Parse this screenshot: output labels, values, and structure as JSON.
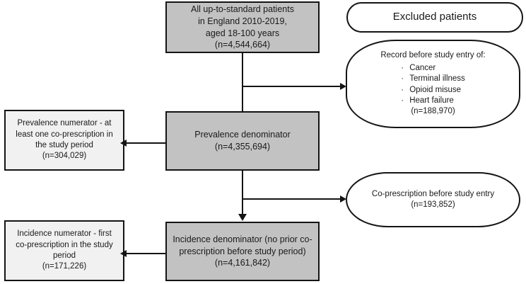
{
  "diagram": {
    "title": "Patient cohort flow diagram",
    "colors": {
      "node_fill_gray": "#c2c2c2",
      "node_fill_light": "#f1f1f1",
      "node_fill_white": "#ffffff",
      "border": "#141414",
      "text": "#1a1a1a",
      "background": "#ffffff"
    },
    "nodes": {
      "all_patients": {
        "shape": "rectangle",
        "fill": "#c2c2c2",
        "lines": [
          "All up-to-standard patients",
          "in England 2010-2019,",
          "aged 18-100 years",
          "(n=4,544,664)"
        ],
        "count_label": "(n=4,544,664)",
        "count": 4544664
      },
      "excluded_patients": {
        "shape": "pill",
        "fill": "#ffffff",
        "lines": [
          "Excluded patients"
        ]
      },
      "record_before_entry": {
        "shape": "rounded",
        "fill": "#ffffff",
        "heading": "Record before study entry of:",
        "bullets": [
          "Cancer",
          "Terminal illness",
          "Opioid misuse",
          "Heart failure"
        ],
        "count_label": "(n=188,970)",
        "count": 188970
      },
      "prevalence_numerator": {
        "shape": "rectangle",
        "fill": "#f1f1f1",
        "lines": [
          "Prevalence numerator - at",
          "least one co-prescription in",
          "the study period",
          "(n=304,029)"
        ],
        "count_label": "(n=304,029)",
        "count": 304029
      },
      "prevalence_denominator": {
        "shape": "rectangle",
        "fill": "#c2c2c2",
        "lines": [
          "Prevalence denominator",
          "(n=4,355,694)"
        ],
        "count_label": "(n=4,355,694)",
        "count": 4355694
      },
      "coprescription_before_entry": {
        "shape": "rounded",
        "fill": "#ffffff",
        "lines": [
          "Co-prescription before study entry",
          "(n=193,852)"
        ],
        "count_label": "(n=193,852)",
        "count": 193852
      },
      "incidence_numerator": {
        "shape": "rectangle",
        "fill": "#f1f1f1",
        "lines": [
          "Incidence numerator - first",
          "co-prescription in the study",
          "period",
          "(n=171,226)"
        ],
        "count_label": "(n=171,226)",
        "count": 171226
      },
      "incidence_denominator": {
        "shape": "rectangle",
        "fill": "#c2c2c2",
        "lines": [
          "Incidence denominator (no prior co-",
          "prescription before study period)",
          "(n=4,161,842)"
        ],
        "count_label": "(n=4,161,842)",
        "count": 4161842
      }
    },
    "edges": [
      {
        "from": "all_patients",
        "to": "record_before_entry",
        "direction": "right"
      },
      {
        "from": "all_patients",
        "to": "prevalence_denominator",
        "direction": "down"
      },
      {
        "from": "prevalence_denominator",
        "to": "prevalence_numerator",
        "direction": "left"
      },
      {
        "from": "prevalence_denominator",
        "to": "coprescription_before_entry",
        "direction": "right"
      },
      {
        "from": "prevalence_denominator",
        "to": "incidence_denominator",
        "direction": "down"
      },
      {
        "from": "incidence_denominator",
        "to": "incidence_numerator",
        "direction": "left"
      }
    ],
    "bullet_glyph": "·"
  }
}
